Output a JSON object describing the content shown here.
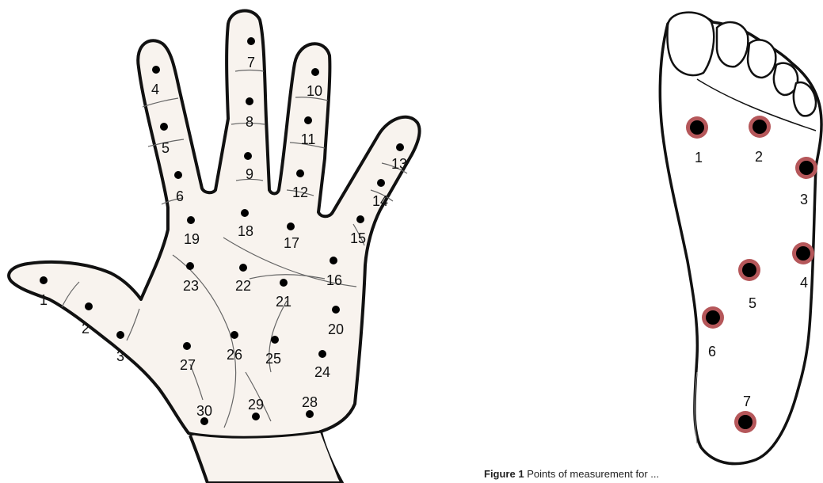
{
  "hand": {
    "points": [
      {
        "label": "1"
      },
      {
        "label": "2"
      },
      {
        "label": "3"
      },
      {
        "label": "4"
      },
      {
        "label": "5"
      },
      {
        "label": "6"
      },
      {
        "label": "7"
      },
      {
        "label": "8"
      },
      {
        "label": "9"
      },
      {
        "label": "10"
      },
      {
        "label": "11"
      },
      {
        "label": "12"
      },
      {
        "label": "13"
      },
      {
        "label": "14"
      },
      {
        "label": "15"
      },
      {
        "label": "16"
      },
      {
        "label": "17"
      },
      {
        "label": "18"
      },
      {
        "label": "19"
      },
      {
        "label": "20"
      },
      {
        "label": "21"
      },
      {
        "label": "22"
      },
      {
        "label": "23"
      },
      {
        "label": "24"
      },
      {
        "label": "25"
      },
      {
        "label": "26"
      },
      {
        "label": "27"
      },
      {
        "label": "28"
      },
      {
        "label": "29"
      },
      {
        "label": "30"
      }
    ]
  },
  "foot": {
    "points": [
      {
        "label": "1"
      },
      {
        "label": "2"
      },
      {
        "label": "3"
      },
      {
        "label": "4"
      },
      {
        "label": "5"
      },
      {
        "label": "6"
      },
      {
        "label": "7"
      }
    ]
  },
  "caption": {
    "prefix": "Figure 1",
    "text": "Points of measurement for ..."
  },
  "colors": {
    "skin": "#f8f3ee",
    "outline": "#111111",
    "crease": "#666666",
    "dot": "#000000",
    "foot_ring": "#b5575a"
  }
}
